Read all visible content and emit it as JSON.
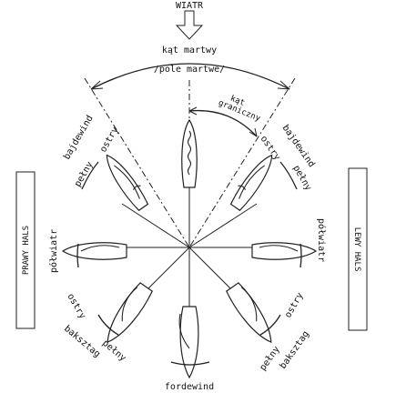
{
  "wind": {
    "label": "WIATR"
  },
  "dead_angle": {
    "label_line1": "kąt martwy",
    "label_line2": "/pole martwe/"
  },
  "limit_angle": {
    "label_line1": "kąt",
    "label_line2": "graniczny"
  },
  "courses": {
    "bajdewind": "bajdewind",
    "ostry": "ostry",
    "pelny": "pełny",
    "polwiatr": "półwiatr",
    "baksztag": "baksztag",
    "fordewind": "fordewind"
  },
  "tacks": {
    "right": "PRAWY HALS",
    "left": "LEWY HALS"
  }
}
